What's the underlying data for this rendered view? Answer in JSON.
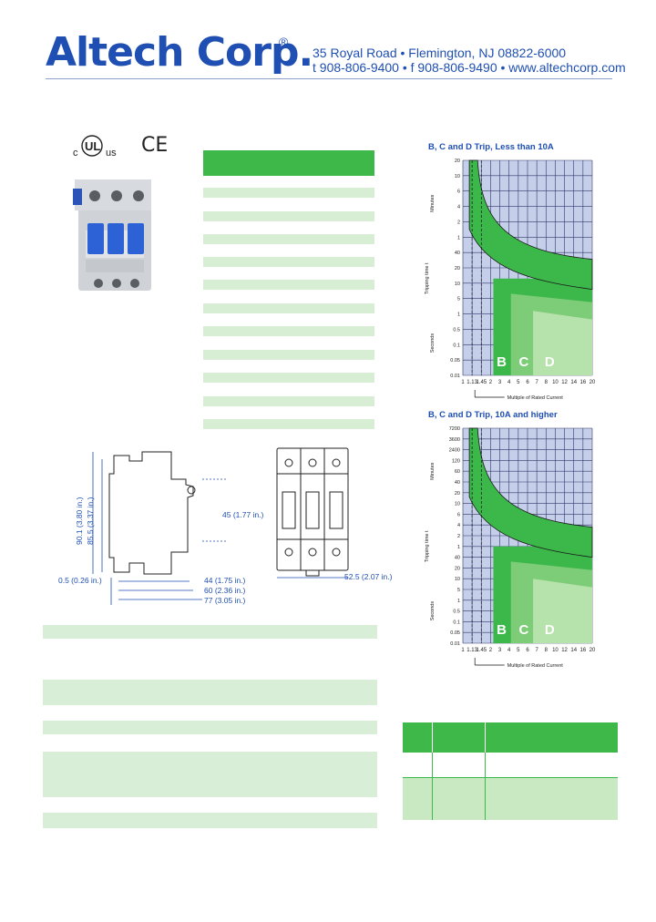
{
  "header": {
    "company": "Altech Corp.",
    "registered": "®",
    "address_line1": "35 Royal Road • Flemington, NJ 08822-6000",
    "address_line2": "t 908-806-9400 • f 908-806-9490 • www.altechcorp.com"
  },
  "certifications": {
    "ul_prefix": "c",
    "ul_suffix": "us",
    "ce": "CE"
  },
  "dimensions": {
    "height_total": "90.1 (3.80 in.)",
    "height_inner": "85.5 (3.37 in.)",
    "mid_height": "45 (1.77 in.)",
    "offset": "0.5 (0.26 in.)",
    "w1": "44 (1.75 in.)",
    "w2": "60 (2.36 in.)",
    "w3": "77 (3.05 in.)",
    "front_width": "52.5 (2.07 in.)"
  },
  "chart_data": [
    {
      "type": "area",
      "title": "B, C and D Trip, Less than 10A",
      "xlabel": "Multiple of Rated Current",
      "ylabel": "Tripping time t",
      "y_unit_minutes": "Minutes",
      "y_unit_seconds": "Seconds",
      "x_ticks": [
        "1",
        "1.13",
        "1.45",
        "2",
        "3",
        "4",
        "5",
        "6",
        "7",
        "8",
        "10",
        "12",
        "14",
        "16",
        "20"
      ],
      "y_ticks": [
        "20",
        "10",
        "6",
        "4",
        "2",
        "1",
        "40",
        "20",
        "10",
        "5",
        "1",
        "0.5",
        "0.1",
        "0.05",
        "0.01"
      ],
      "curve_labels": [
        "B",
        "C",
        "D"
      ],
      "log_scale": true
    },
    {
      "type": "area",
      "title": "B, C and D Trip, 10A and higher",
      "xlabel": "Multiple of Rated Current",
      "ylabel": "Tripping time t",
      "y_unit_minutes": "Minutes",
      "y_unit_seconds": "Seconds",
      "x_ticks": [
        "1",
        "1.13",
        "1.45",
        "2",
        "3",
        "4",
        "5",
        "6",
        "7",
        "8",
        "10",
        "12",
        "14",
        "16",
        "20"
      ],
      "y_ticks": [
        "7200",
        "3600",
        "2400",
        "120",
        "60",
        "40",
        "20",
        "10",
        "6",
        "4",
        "2",
        "1",
        "40",
        "20",
        "10",
        "5",
        "1",
        "0.5",
        "0.1",
        "0.05",
        "0.01"
      ],
      "curve_labels": [
        "B",
        "C",
        "D"
      ],
      "log_scale": true
    }
  ],
  "colors": {
    "brand": "#1f4fb2",
    "green_header": "#3fb84a",
    "green_light": "#d9eed6",
    "chart_bg": "#c5cfea",
    "curve_dark": "#3cb84a",
    "curve_mid": "#7dcc78",
    "curve_light": "#b6e2ab"
  }
}
